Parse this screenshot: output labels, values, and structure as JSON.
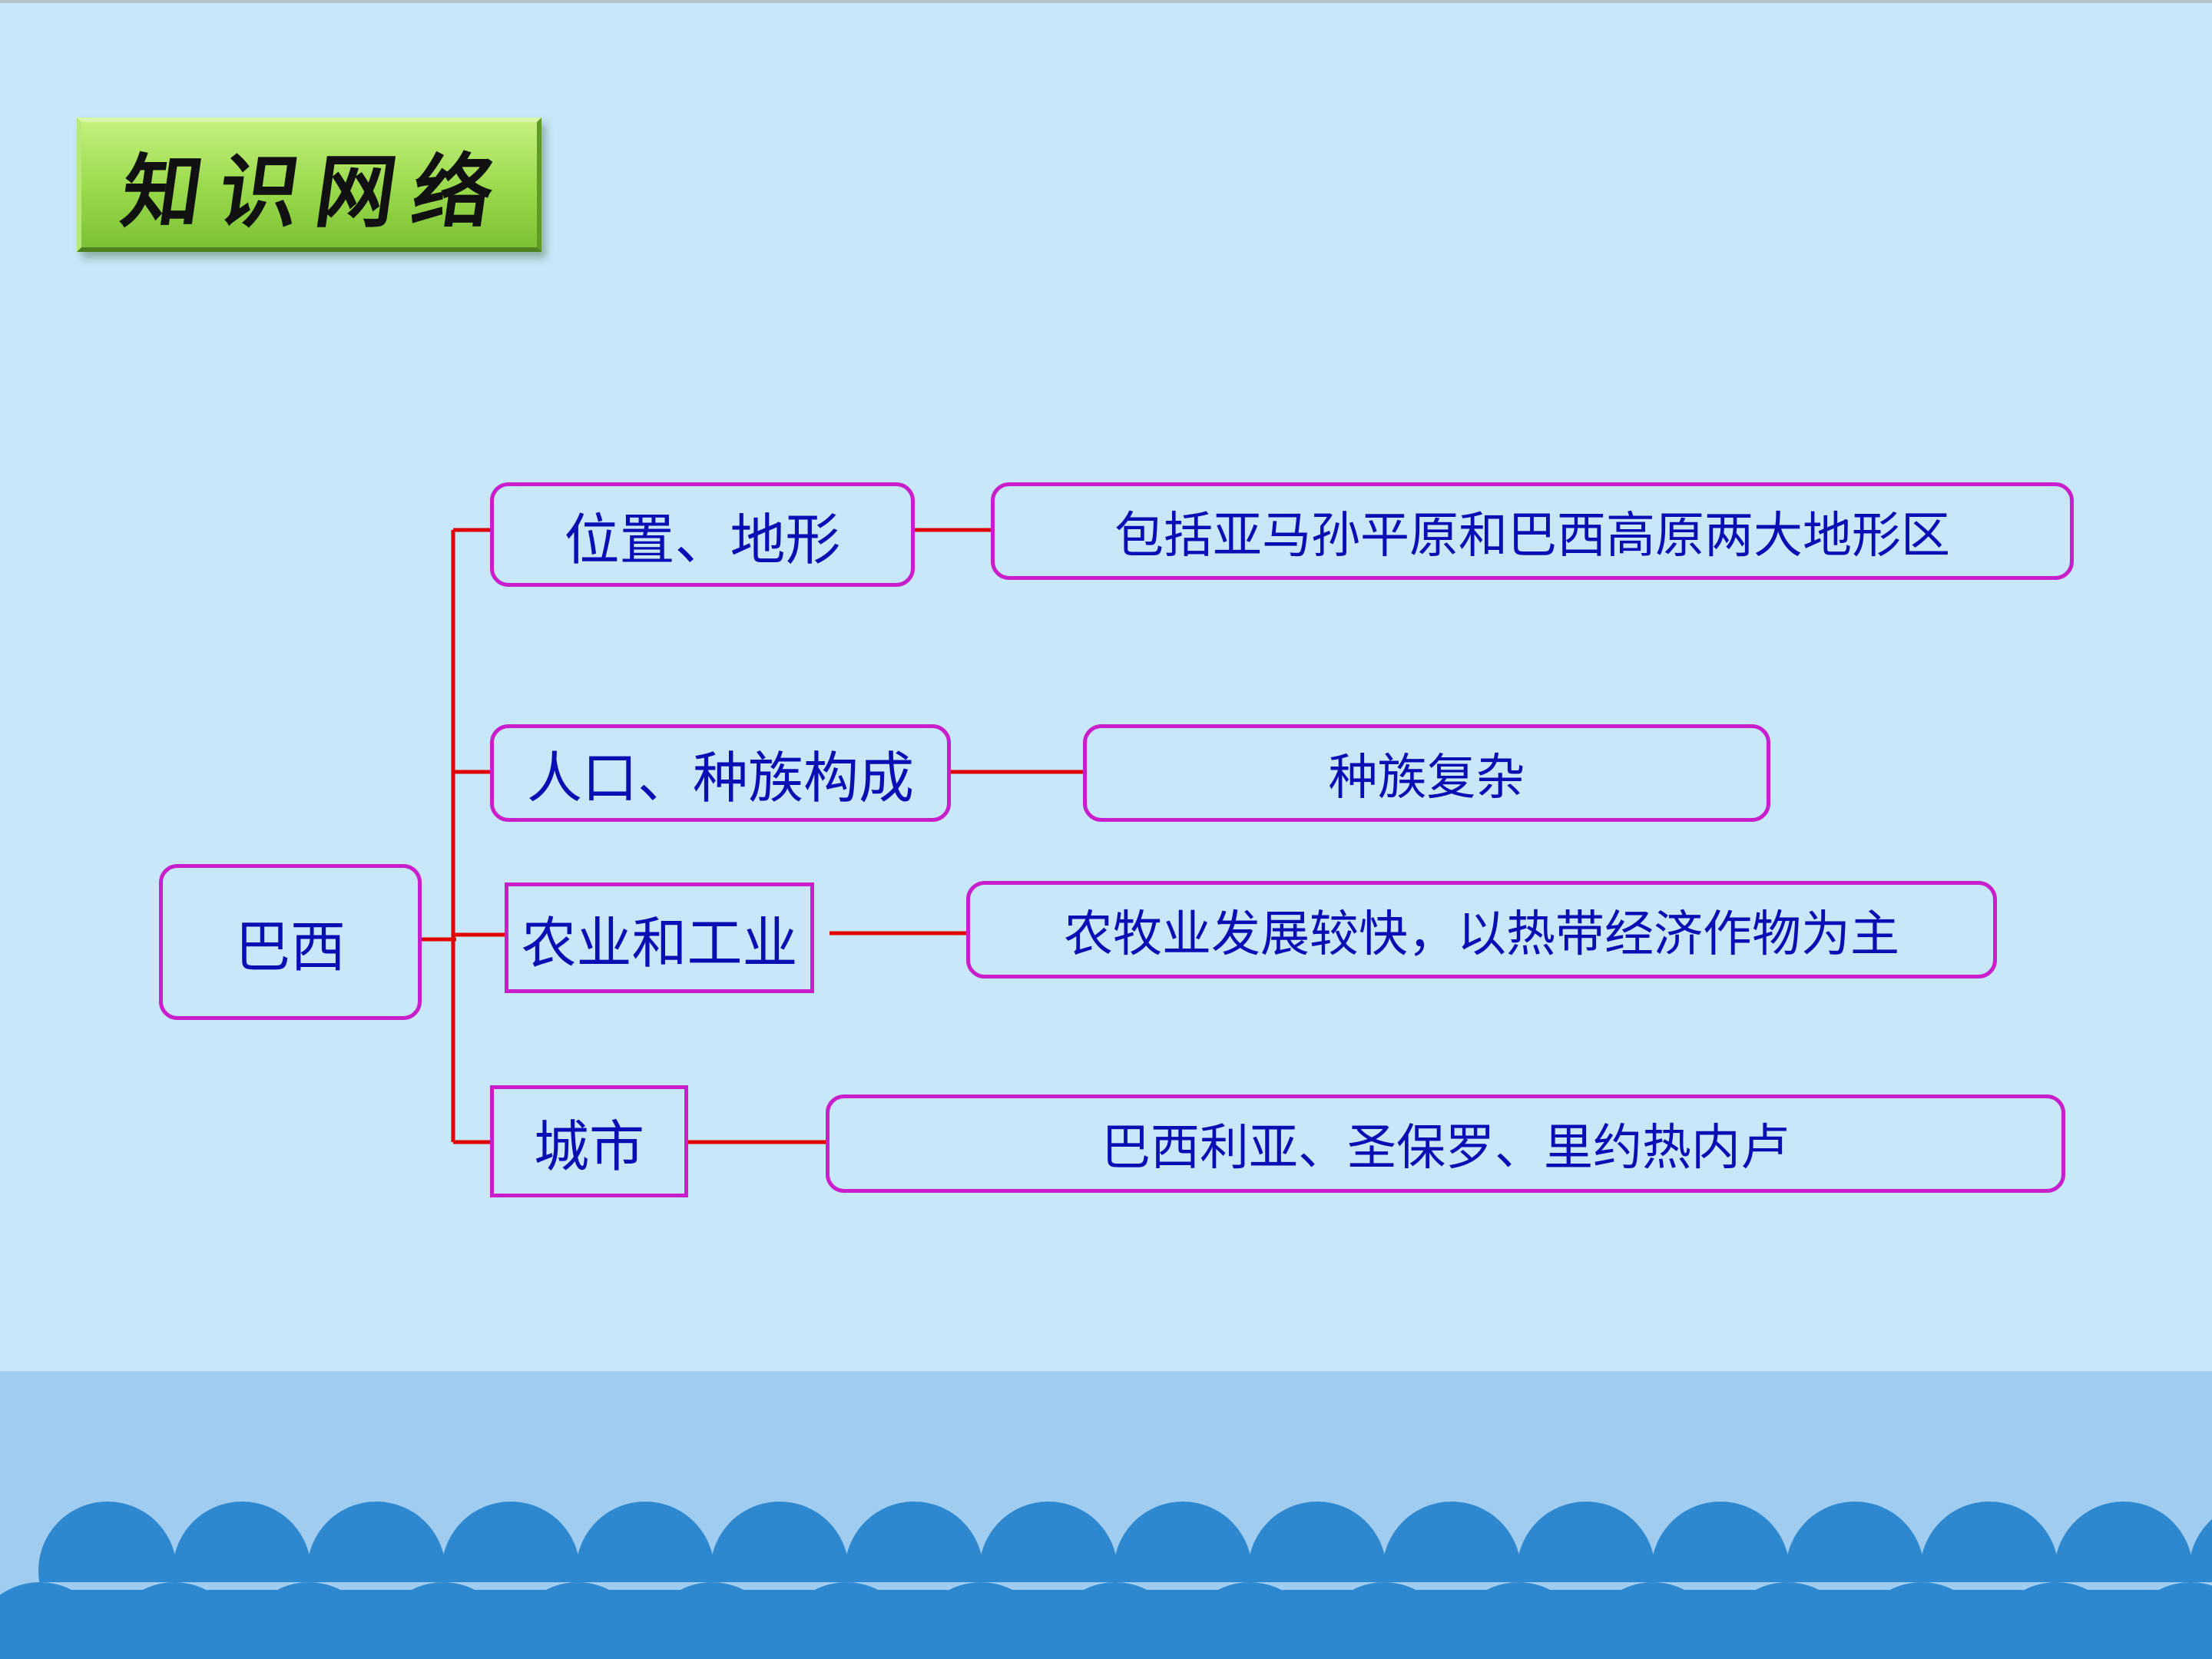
{
  "slide": {
    "title": "知识网络",
    "background_color": "#c8e8fa",
    "band_color": "#a0cdef",
    "wave_color": "#2e88cf",
    "connector_color": "#e00000",
    "node_border_color": "#c81ecb",
    "node_text_color": "#0a0fb4"
  },
  "mindmap": {
    "root": "巴西",
    "branches": [
      {
        "topic": "位置、地形",
        "detail": "包括亚马孙平原和巴西高原两大地形区"
      },
      {
        "topic": "人口、种族构成",
        "detail": "种族复杂"
      },
      {
        "topic": "农业和工业",
        "detail": "农牧业发展较快，以热带经济作物为主"
      },
      {
        "topic": "城市",
        "detail": "巴西利亚、圣保罗、里约热内卢"
      }
    ]
  }
}
